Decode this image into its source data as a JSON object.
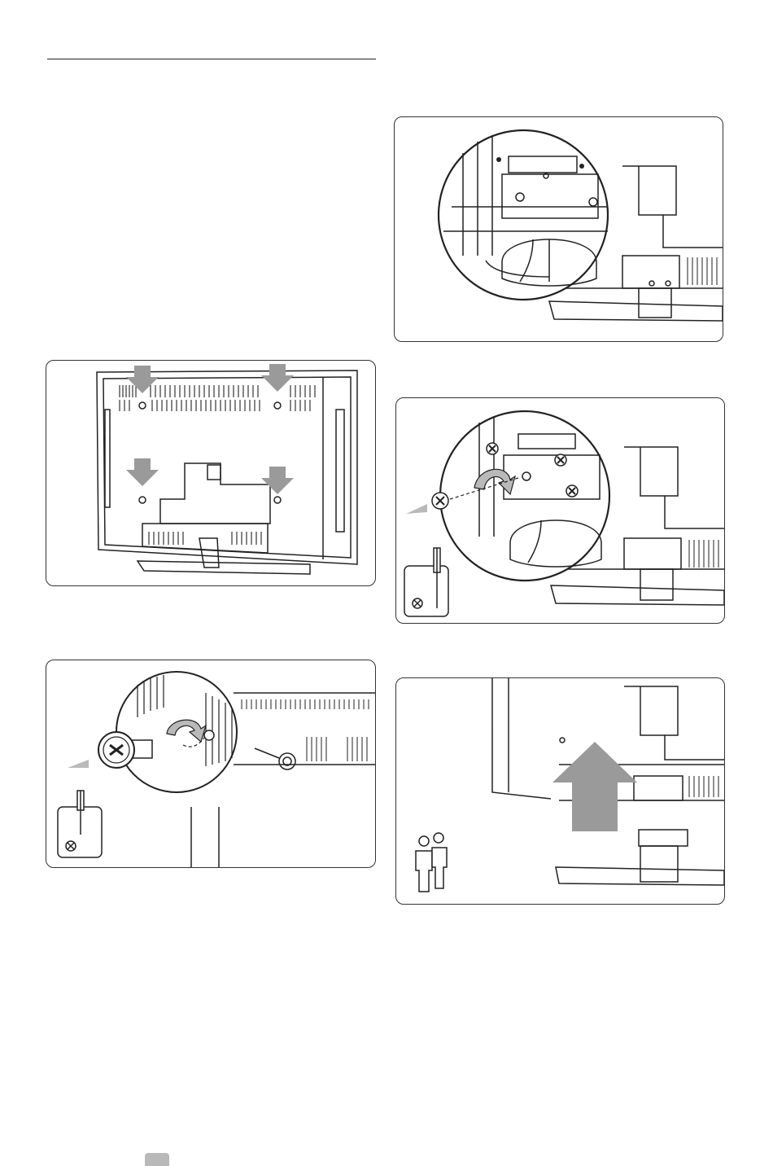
{
  "page": {
    "background": "#ffffff",
    "line_color": "#222222",
    "arrow_color": "#9a9a9a",
    "marker_color": "#b9b9b9"
  },
  "figures": [
    {
      "id": "fig-remove-screws-overview",
      "icons": [
        "down-arrow-icon",
        "down-arrow-icon",
        "down-arrow-icon",
        "down-arrow-icon"
      ]
    },
    {
      "id": "fig-unscrew-detail",
      "icons": [
        "screwdriver-icon",
        "phillips-head-icon",
        "rotation-arrow-icon",
        "screw-icon"
      ]
    },
    {
      "id": "fig-stand-bracket-detail",
      "icons": [
        "magnifier-circle-icon"
      ]
    },
    {
      "id": "fig-remove-bracket-screws",
      "icons": [
        "screwdriver-icon",
        "phillips-head-icon",
        "rotation-arrow-icon",
        "screw-icon"
      ]
    },
    {
      "id": "fig-lift-tv-off-stand",
      "icons": [
        "up-arrow-icon",
        "two-persons-icon"
      ]
    }
  ]
}
